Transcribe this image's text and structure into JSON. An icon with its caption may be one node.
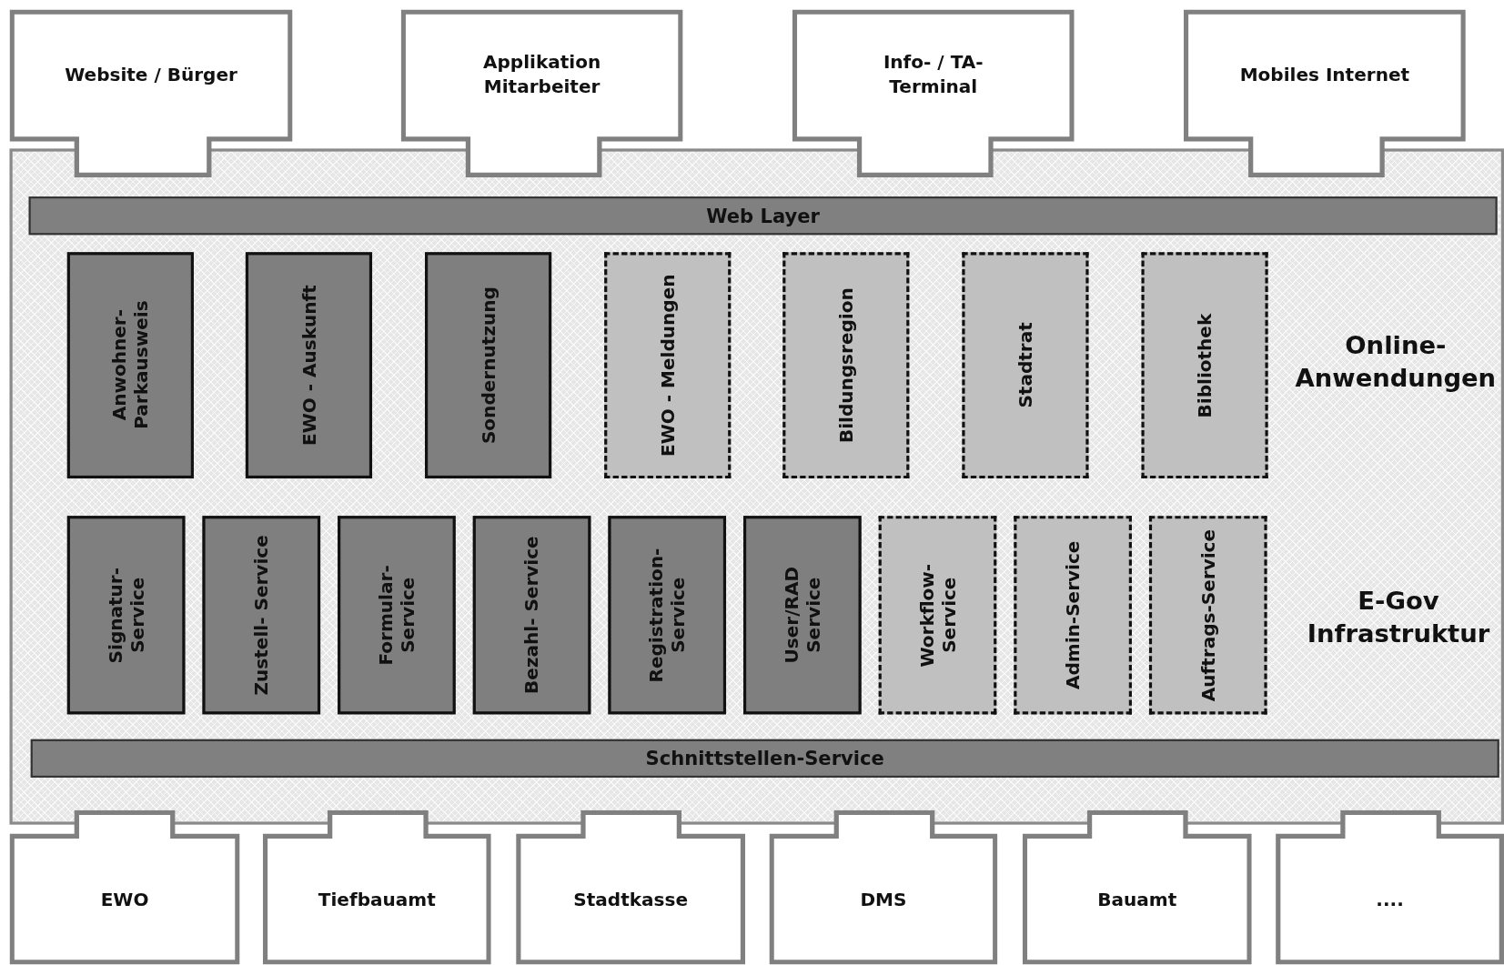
{
  "diagram": {
    "nodes": [
      {
        "text": [
          "Website / Bürger"
        ]
      },
      {
        "text": [
          "Applikation Mitarbeiter"
        ]
      },
      {
        "text": [
          "Info- / TA-Terminal"
        ]
      },
      {
        "text": [
          "Mobiles Internet"
        ]
      },
      {
        "text": [],
        "shape": "box"
      },
      {
        "text": [
          "Web Layer"
        ],
        "in": 4
      },
      {
        "text": [
          "Anwohner- Parkausweis"
        ],
        "in": 4
      },
      {
        "text": [
          "EWO - Auskunft"
        ],
        "in": 4
      },
      {
        "text": [
          "Sondernutzung"
        ],
        "in": 4
      },
      {
        "text": [
          "EWO - Meldungen"
        ],
        "in": 4
      },
      {
        "text": [
          "Bildungsregion"
        ],
        "in": 4
      },
      {
        "text": [
          "Stadtrat"
        ],
        "in": 4
      },
      {
        "text": [
          "Bibliothek"
        ],
        "in": 4
      },
      {
        "text": [
          "Signatur- Service"
        ],
        "in": 4
      },
      {
        "text": [
          "Zustell- Service"
        ],
        "in": 4
      },
      {
        "text": [
          "Formular- Service"
        ],
        "in": 4
      },
      {
        "text": [
          "Bezahl- Service"
        ],
        "in": 4
      },
      {
        "text": [
          "Registration- Service"
        ],
        "in": 4
      },
      {
        "text": [
          "User/RAD Service"
        ],
        "in": 4
      },
      {
        "text": [
          "Workflow- Service"
        ],
        "in": 4
      },
      {
        "text": [
          "Admin-Service"
        ],
        "in": 4
      },
      {
        "text": [
          "Auftrags-Service"
        ],
        "in": 4
      },
      {
        "text": [
          "Schnittstellen-Service"
        ],
        "in": 4
      },
      {
        "text": [
          "EWO"
        ]
      },
      {
        "text": [
          "Tiefbauamt"
        ]
      },
      {
        "text": [
          "Stadtkasse"
        ]
      },
      {
        "text": [
          "DMS"
        ]
      },
      {
        "text": [
          "Bauamt"
        ]
      },
      {
        "text": [
          "...."
        ]
      }
    ],
    "edges": [],
    "labels": [
      "Online- Anwendungen",
      "E-Gov Infrastruktur"
    ]
  }
}
